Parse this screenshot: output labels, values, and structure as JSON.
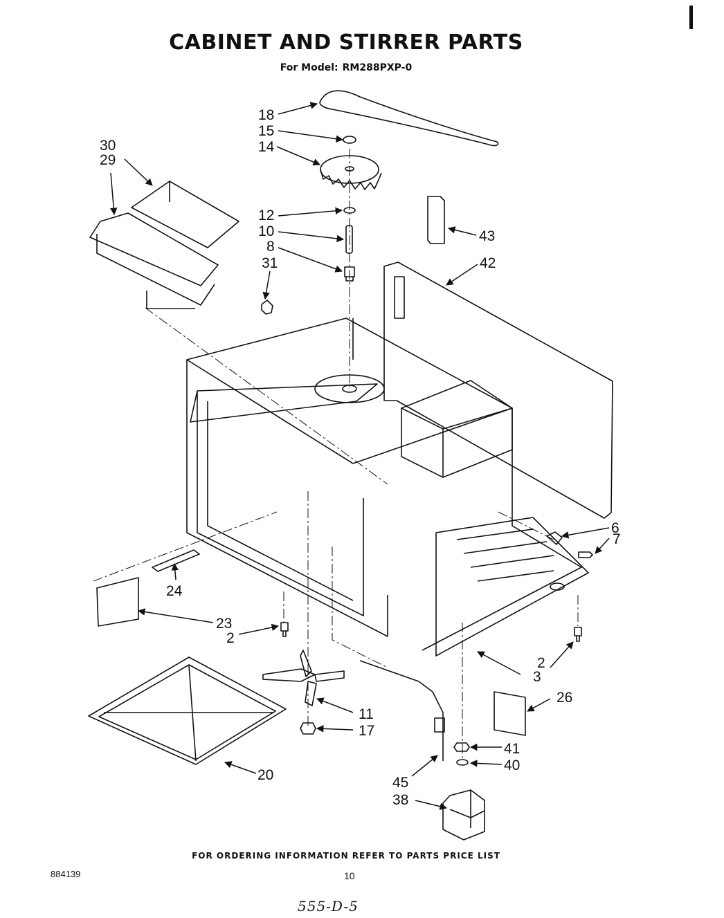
{
  "page": {
    "title": "CABINET AND STIRRER PARTS",
    "subtitle_prefix": "For Model:",
    "model": "RM288PXP-0",
    "ordering_info": "FOR ORDERING INFORMATION REFER TO PARTS PRICE LIST",
    "doc_number": "884139",
    "page_number": "10",
    "handwritten_code": "555-D-5"
  },
  "callouts": [
    {
      "id": "18",
      "text": "18"
    },
    {
      "id": "15",
      "text": "15"
    },
    {
      "id": "14",
      "text": "14"
    },
    {
      "id": "30",
      "text": "30"
    },
    {
      "id": "29",
      "text": "29"
    },
    {
      "id": "12",
      "text": "12"
    },
    {
      "id": "10",
      "text": "10"
    },
    {
      "id": "8",
      "text": "8"
    },
    {
      "id": "31",
      "text": "31"
    },
    {
      "id": "43",
      "text": "43"
    },
    {
      "id": "42",
      "text": "42"
    },
    {
      "id": "6",
      "text": "6"
    },
    {
      "id": "7",
      "text": "7"
    },
    {
      "id": "24",
      "text": "24"
    },
    {
      "id": "23",
      "text": "23"
    },
    {
      "id": "2a",
      "text": "2"
    },
    {
      "id": "2b",
      "text": "2"
    },
    {
      "id": "3",
      "text": "3"
    },
    {
      "id": "26",
      "text": "26"
    },
    {
      "id": "11",
      "text": "11"
    },
    {
      "id": "17",
      "text": "17"
    },
    {
      "id": "20",
      "text": "20"
    },
    {
      "id": "41",
      "text": "41"
    },
    {
      "id": "40",
      "text": "40"
    },
    {
      "id": "45",
      "text": "45"
    },
    {
      "id": "38",
      "text": "38"
    }
  ]
}
